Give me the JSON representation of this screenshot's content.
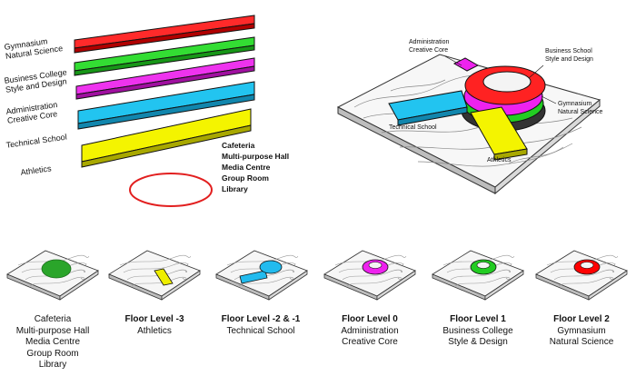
{
  "levels": [
    {
      "label_lines": [
        "Gymnasium",
        "Natural Science"
      ],
      "color": "#ff0000"
    },
    {
      "label_lines": [
        "Business College",
        "Style and Design"
      ],
      "color": "#22cc22"
    },
    {
      "label_lines": [
        "Administration",
        "Creative Core"
      ],
      "color": "#ee22ee"
    },
    {
      "label_lines": [
        "Technical School"
      ],
      "color": "#22bbee"
    },
    {
      "label_lines": [
        "Athletics"
      ],
      "color": "#eeee00"
    }
  ],
  "ground_program": [
    "Cafeteria",
    "Multi-purpose Hall",
    "Media Centre",
    "Group Room",
    "Library"
  ],
  "ground_ring_color": "#e21f1f",
  "model_labels": {
    "admin": [
      "Administration",
      "Creative Core"
    ],
    "business": [
      "Business School",
      "Style and Design"
    ],
    "gym": [
      "Gymnasium",
      "Natural Science"
    ],
    "technical": "Technical School",
    "athletics": "Athletics"
  },
  "floors": [
    {
      "title": "",
      "lines": [
        "Cafeteria",
        "Multi-purpose Hall",
        "Media Centre",
        "Group Room",
        "Library"
      ],
      "color": "#2aa52a"
    },
    {
      "title": "Floor Level -3",
      "lines": [
        "Athletics"
      ],
      "color": "#eeee00"
    },
    {
      "title": "Floor Level -2 & -1",
      "lines": [
        "Technical School"
      ],
      "color": "#22bbee"
    },
    {
      "title": "Floor Level 0",
      "lines": [
        "Administration",
        "Creative Core"
      ],
      "color": "#ee22ee"
    },
    {
      "title": "Floor Level 1",
      "lines": [
        "Business College",
        "Style & Design"
      ],
      "color": "#22cc22"
    },
    {
      "title": "Floor Level 2",
      "lines": [
        "Gymnasium",
        "Natural Science"
      ],
      "color": "#ff0000"
    }
  ]
}
